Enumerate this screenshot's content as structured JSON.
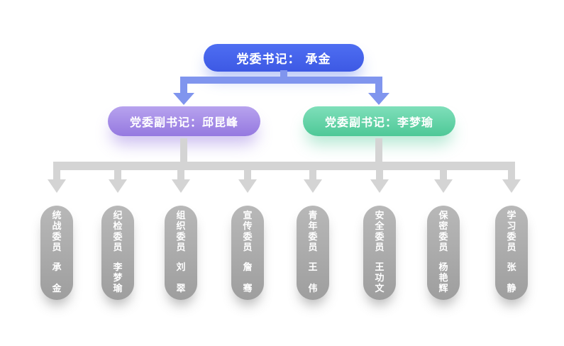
{
  "chart": {
    "type": "org-chart",
    "root": {
      "label": "党委书记： 承金"
    },
    "deputies": [
      {
        "label": "党委副书记：邱昆峰",
        "theme": "purple"
      },
      {
        "label": "党委副书记：李梦瑜",
        "theme": "green"
      }
    ],
    "members": [
      {
        "role": "统战委员",
        "name": "承　金"
      },
      {
        "role": "纪检委员",
        "name": "李梦瑜"
      },
      {
        "role": "组织委员",
        "name": "刘　翠"
      },
      {
        "role": "宣传委员",
        "name": "詹　骞"
      },
      {
        "role": "青年委员",
        "name": "王　伟"
      },
      {
        "role": "安全委员",
        "name": "王功文"
      },
      {
        "role": "保密委员",
        "name": "杨艳辉"
      },
      {
        "role": "学习委员",
        "name": "张　静"
      }
    ]
  },
  "colors": {
    "root_gradient": [
      "#4e6ef2",
      "#3d59e4"
    ],
    "purple_gradient": [
      "#b7a3ee",
      "#9579e0"
    ],
    "green_gradient": [
      "#7fdfba",
      "#4ec897"
    ],
    "blue_connector": "#8095ee",
    "gray_connector": "#d4d4d4",
    "pill_gradient": [
      "#b8b8b8",
      "#9e9e9e"
    ],
    "text": "#ffffff",
    "background": "#ffffff"
  }
}
